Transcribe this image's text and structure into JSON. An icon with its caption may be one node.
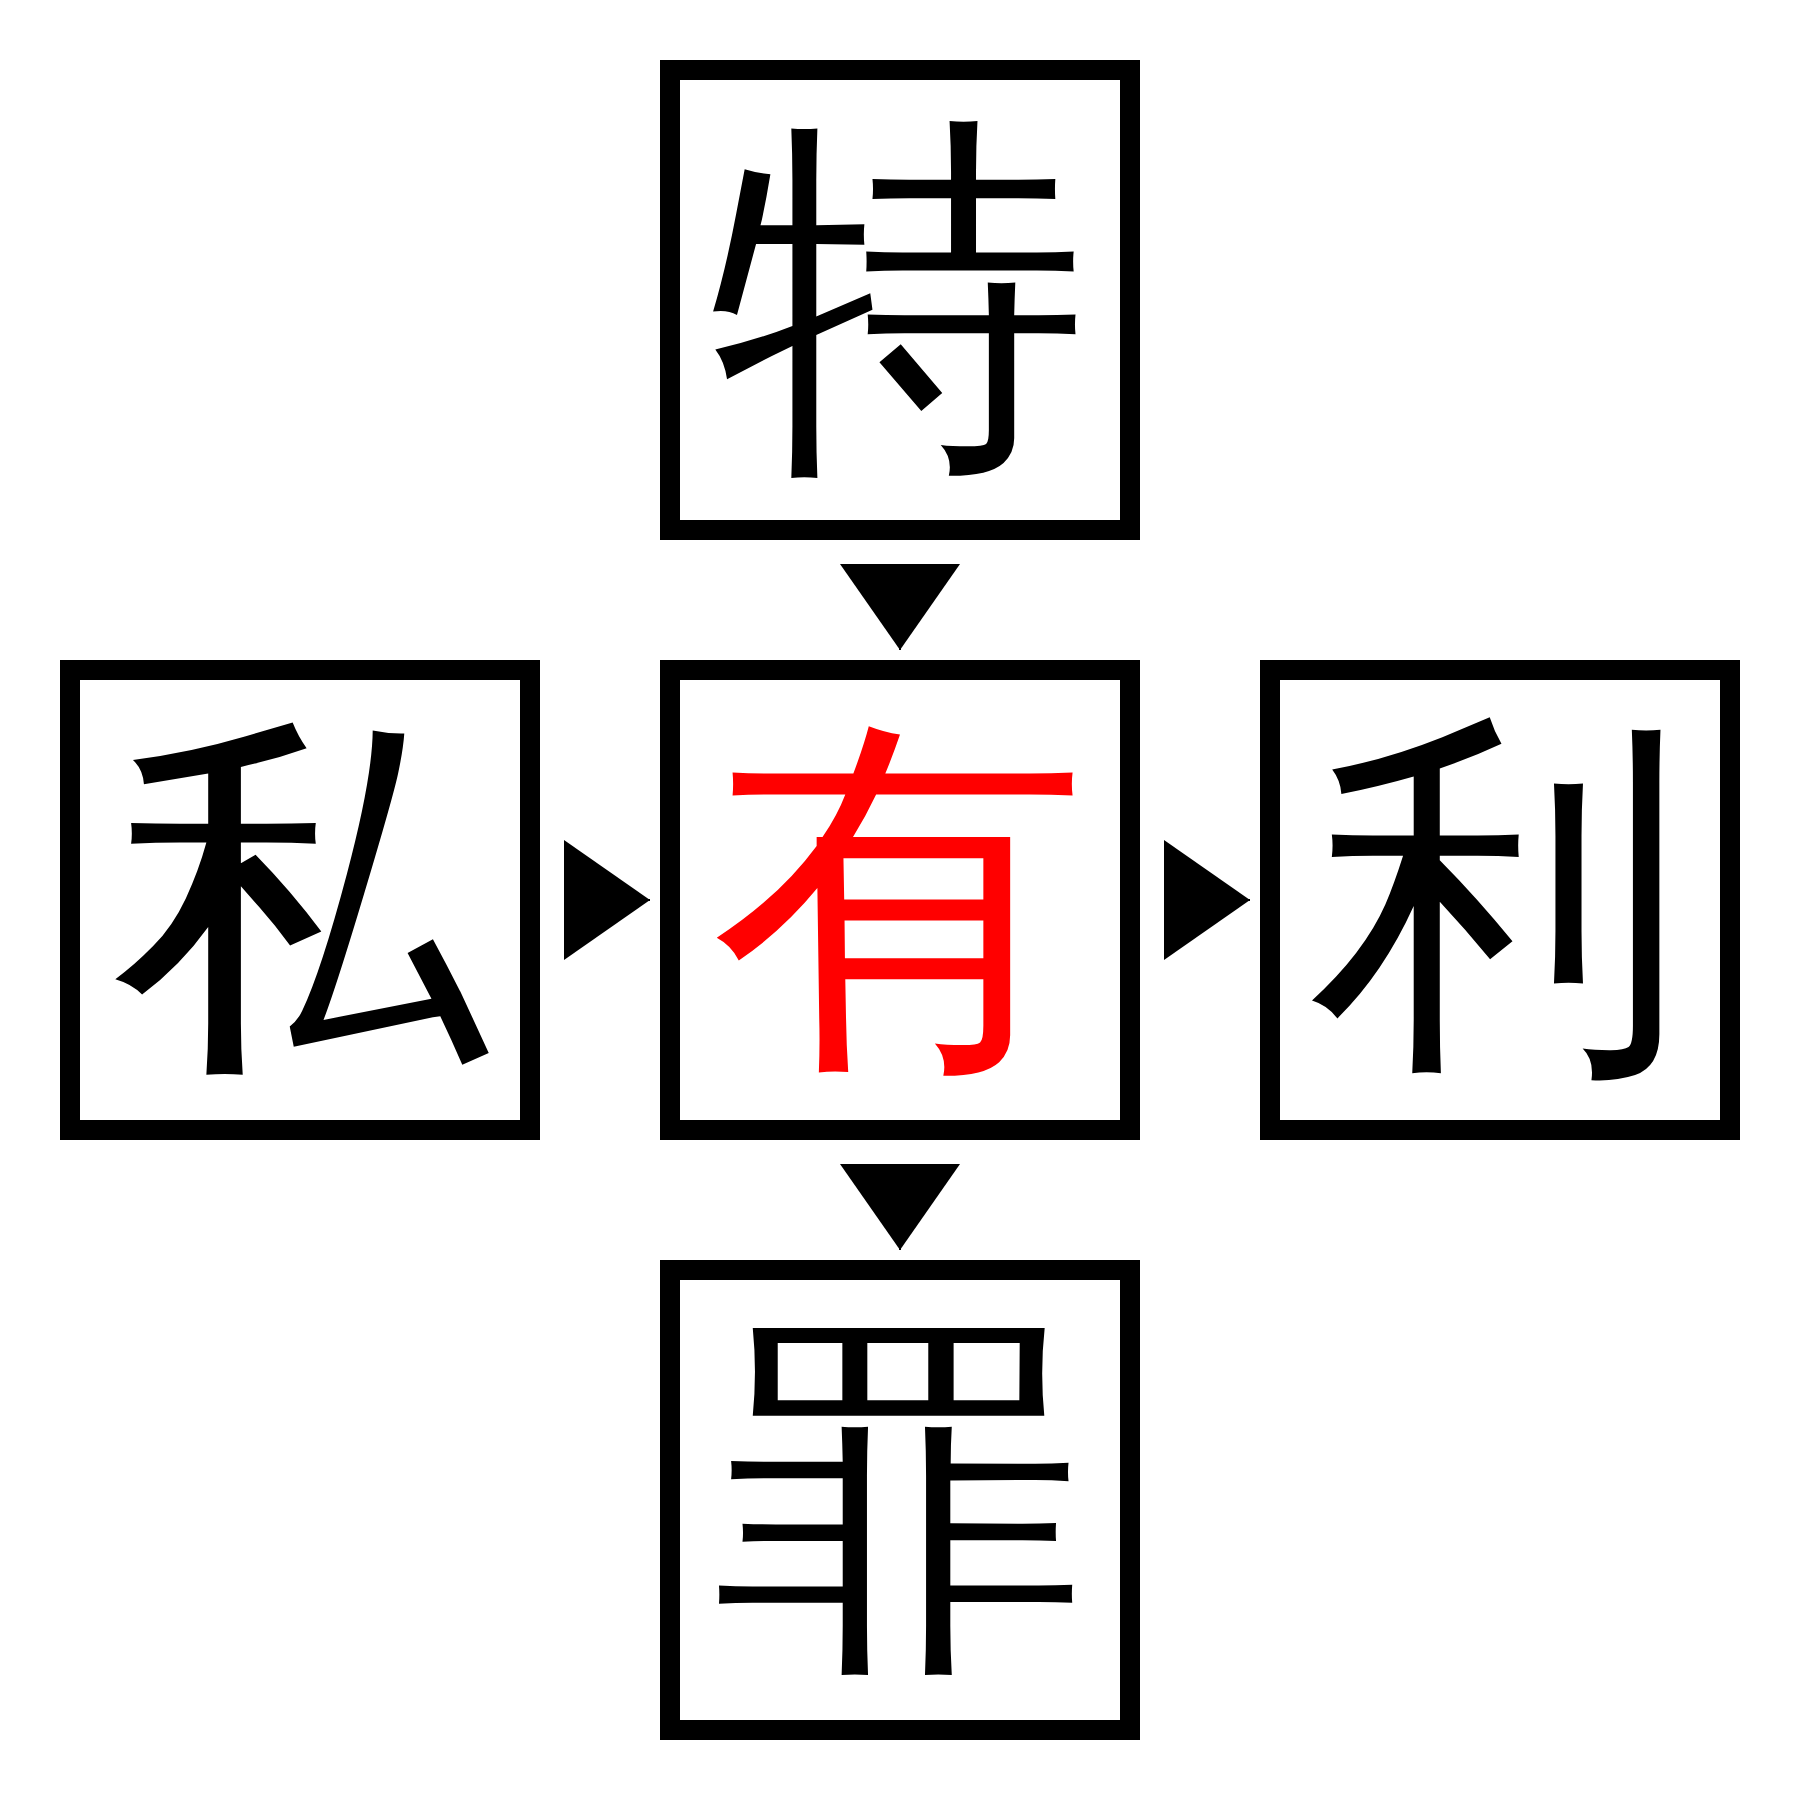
{
  "diagram": {
    "nodes": [
      {
        "text": [
          "特"
        ]
      },
      {
        "text": [
          "私"
        ]
      },
      {
        "text": [
          "有"
        ]
      },
      {
        "text": [
          "利"
        ]
      },
      {
        "text": [
          "罪"
        ]
      }
    ],
    "edges": [
      {
        "from": 0,
        "to": 2,
        "arrow": "to"
      },
      {
        "from": 1,
        "to": 2,
        "arrow": "to"
      },
      {
        "from": 2,
        "to": 3,
        "arrow": "to"
      },
      {
        "from": 2,
        "to": 4,
        "arrow": "to"
      }
    ]
  }
}
